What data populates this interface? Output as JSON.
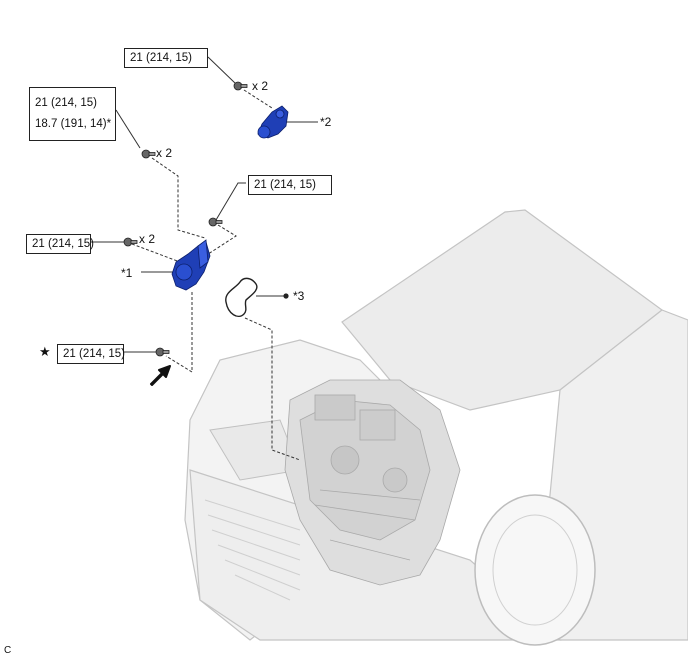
{
  "torque_boxes": {
    "top": "21 (214, 15)",
    "multi_line1": "21 (214, 15)",
    "multi_line2": "18.7 (191, 14)*",
    "mid_right": "21 (214, 15)",
    "left": "21 (214, 15)",
    "bottom": "21 (214, 15)"
  },
  "quantities": {
    "top": "x 2",
    "mid": "x 2",
    "left": "x 2"
  },
  "callouts": {
    "part1": "*1",
    "part2": "*2",
    "part3": "*3"
  },
  "symbols": {
    "star": "★"
  },
  "figure_code": "C",
  "colors": {
    "part_blue": "#1f3fb6",
    "line": "#333333",
    "car_outline": "#c8c8c8"
  }
}
